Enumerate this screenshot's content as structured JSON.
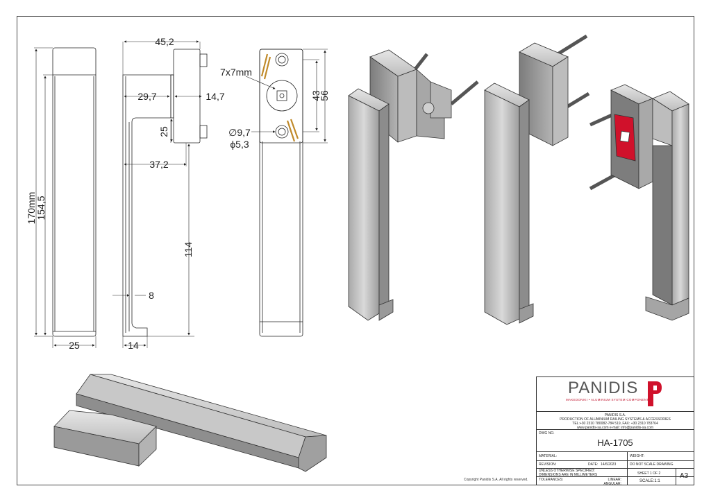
{
  "dimensions": {
    "d_45_2": "45,2",
    "d_29_7": "29,7",
    "d_14_7": "14,7",
    "d_25_vert": "25",
    "d_37_2": "37,2",
    "d_114": "114",
    "d_8": "8",
    "d_14": "14",
    "d_25": "25",
    "d_170": "170mm",
    "d_154_5": "154,5",
    "d_7x7": "7x7mm",
    "d_43": "43",
    "d_56": "56",
    "d_9_7": "∅9,7",
    "d_5_3": "ϕ5,3"
  },
  "title_block": {
    "brand": "PANIDIS",
    "tagline": "MAKEDONIKI • ALUMINIUM SYSTEM COMPONENTS",
    "company_line1": "PANIDIS S.A.",
    "company_line2": "PRODUCTION OF ALUMINIUM RAILING SYSTEMS & ACCESSORIES",
    "company_line3": "TEL:+30 2310 780082-784 519, FAX: +30 2310 783764",
    "company_line4": "www.panidis-sa.com    e-mail: info@panidis-sa.com",
    "dwg_label": "DWG NO.",
    "dwg_no": "HA-1705",
    "material_label": "MATERIAL:",
    "weight_label": "WEIGHT:",
    "revision_label": "REVISION:",
    "date_label": "DATE:",
    "date_value": "14/6/2023",
    "no_scale": "DO NOT SCALE DRAWING",
    "unless1": "UNLESS OTHERWISE SPECIFIED:",
    "unless2": "DIMENSIONS ARE IN MILLIMETERS",
    "sheet": "SHEET 1 OF 2",
    "tolerances_label": "TOLERANCES:",
    "linear_label": "LINEAR:",
    "angular_label": "ANGULAR:",
    "scale": "SCALE:1:1",
    "size": "A3"
  },
  "copyright": "Copyright Panidis S.A.  All rights reserved.",
  "colors": {
    "accent": "#d0112b",
    "metal_light": "#d8d8d8",
    "metal_dark": "#8f8f8f"
  }
}
